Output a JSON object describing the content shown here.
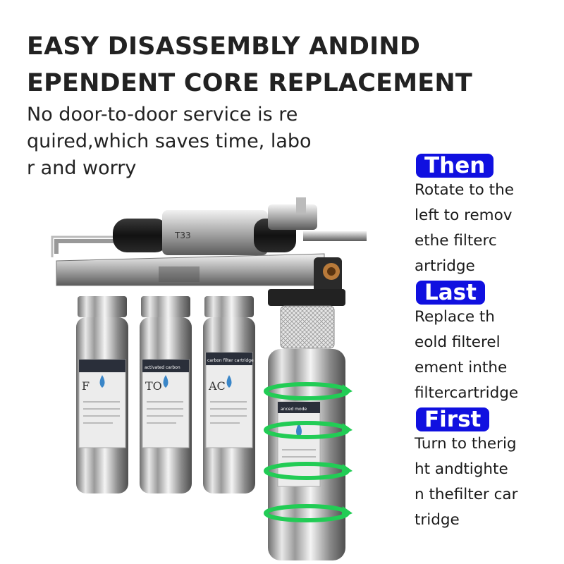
{
  "headline": {
    "line1": "EASY DISASSEMBLY ANDIND",
    "line2": "EPENDENT CORE REPLACEMENT"
  },
  "subtext": {
    "line1": "No door-to-door service is re",
    "line2": "quired,which saves time, labo",
    "line3": "r and worry"
  },
  "steps": [
    {
      "label": "Then",
      "lines": [
        "Rotate to the",
        "left to remov",
        "ethe filterc",
        "artridge"
      ]
    },
    {
      "label": "Last",
      "lines": [
        "Replace th",
        "eold filterel",
        "ement inthe",
        "filtercartridge"
      ]
    },
    {
      "label": "First",
      "lines": [
        "Turn to therig",
        "ht andtighte",
        "n thefilter car",
        "tridge"
      ]
    }
  ],
  "product": {
    "top_cartridge_label": "T33",
    "cartridge_labels": [
      "F",
      "TO",
      "AC"
    ],
    "cartridge_headers": [
      "activated carbon",
      "carbon filter cartridge"
    ],
    "detached_header": "anced mode"
  },
  "colors": {
    "badge_bg": "#1010e0",
    "badge_text": "#ffffff",
    "rotation_arrow": "#22cc55",
    "steel": "#c8c8c8"
  },
  "icons": [
    "water-drop-icon",
    "rotation-arrow-icon"
  ]
}
